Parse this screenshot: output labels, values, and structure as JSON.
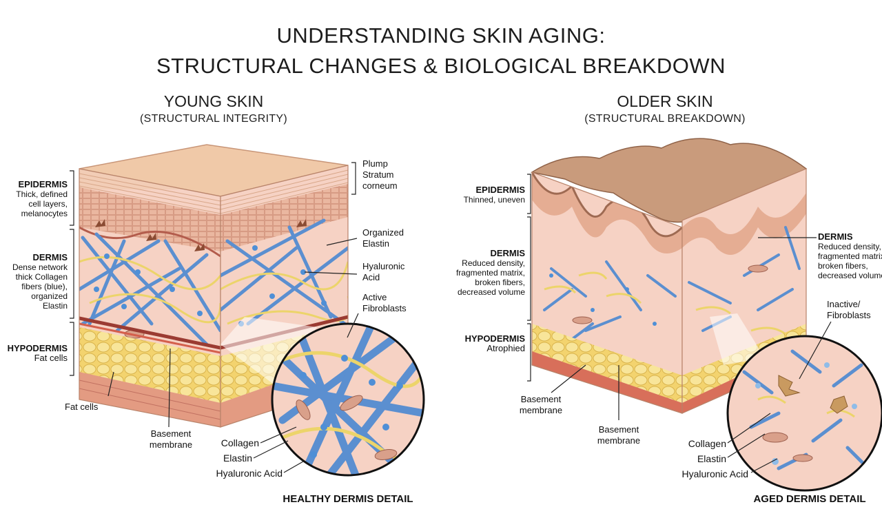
{
  "title": {
    "line1": "UNDERSTANDING SKIN AGING:",
    "line2": "STRUCTURAL CHANGES & BIOLOGICAL BREAKDOWN"
  },
  "young": {
    "heading": "YOUNG SKIN",
    "subheading": "(STRUCTURAL INTEGRITY)",
    "epidermis": {
      "label": "EPIDERMIS",
      "desc": [
        "Thick, defined",
        "cell layers,",
        "melanocytes"
      ]
    },
    "dermis": {
      "label": "DERMIS",
      "desc": [
        "Dense network",
        "thick Collagen",
        "fibers (blue),",
        "organized",
        "Elastin"
      ]
    },
    "hypodermis": {
      "label": "HYPODERMIS",
      "desc": [
        "Fat cells"
      ]
    },
    "right_labels": {
      "stratum": [
        "Plump",
        "Stratum",
        "corneum"
      ],
      "elastin": [
        "Organized",
        "Elastin"
      ],
      "hyaluronic": [
        "Hyaluronic",
        "Acid"
      ],
      "fibroblasts": [
        "Active",
        "Fibroblasts"
      ]
    },
    "fat_cells": "Fat cells",
    "basement": [
      "Basement",
      "membrane"
    ],
    "detail_labels": {
      "collagen": "Collagen",
      "elastin": "Elastin",
      "hyaluronic": "Hyaluronic Acid"
    },
    "detail_caption": "HEALTHY DERMIS DETAIL"
  },
  "older": {
    "heading": "OLDER SKIN",
    "subheading": "(STRUCTURAL BREAKDOWN)",
    "epidermis": {
      "label": "EPIDERMIS",
      "desc": [
        "Thinned, uneven"
      ]
    },
    "dermis": {
      "label": "DERMIS",
      "desc": [
        "Reduced density,",
        "fragmented matrix,",
        "broken fibers,",
        "decreased volume"
      ]
    },
    "hypodermis": {
      "label": "HYPODERMIS",
      "desc": [
        "Atrophied"
      ]
    },
    "right_dermis": {
      "label": "DERMIS",
      "desc": [
        "Reduced density,",
        "fragmented matrix,",
        "broken fibers,",
        "decreased volume"
      ]
    },
    "fibroblasts": [
      "Inactive/",
      "Fibroblasts"
    ],
    "basement_left": [
      "Basement",
      "membrane"
    ],
    "basement_center": [
      "Basement",
      "membrane"
    ],
    "detail_labels": {
      "collagen": "Collagen",
      "elastin": "Elastin",
      "hyaluronic": "Hyaluronic Acid"
    },
    "detail_caption": "AGED DERMIS DETAIL"
  },
  "colors": {
    "surface": "#f0c9a8",
    "epidermis": "#e9b39a",
    "dermis": "#f6d2c4",
    "collagen": "#5b8fd0",
    "elastin": "#ecd46a",
    "fat": "#f5dc7a",
    "basement": "#c0463a",
    "older_surface": "#c99b7c"
  }
}
